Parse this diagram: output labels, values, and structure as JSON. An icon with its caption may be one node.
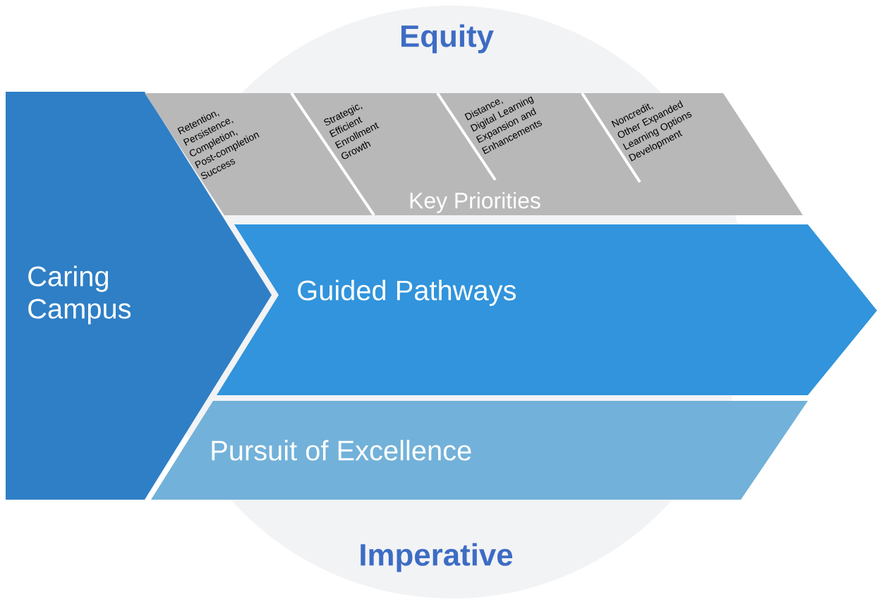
{
  "diagram": {
    "nodes": [
      {
        "text": [
          "Caring Campus"
        ]
      },
      {
        "text": [
          "Key Priorities"
        ]
      },
      {
        "text": [
          "Retention, Persistence, Completion, Post-completion Success"
        ],
        "in": 1
      },
      {
        "text": [
          "Strategic, Efficient Enrollment Growth"
        ],
        "in": 1
      },
      {
        "text": [
          "Distance, Digital Learning Expansion and Enhancements"
        ],
        "in": 1
      },
      {
        "text": [
          "Noncredit, Other Expanded Learning Options Development"
        ],
        "in": 1
      },
      {
        "text": [
          "Guided Pathways"
        ]
      },
      {
        "text": [
          "Pursuit of Excellence"
        ]
      }
    ],
    "labels": [
      "Equity",
      "Imperative"
    ]
  }
}
